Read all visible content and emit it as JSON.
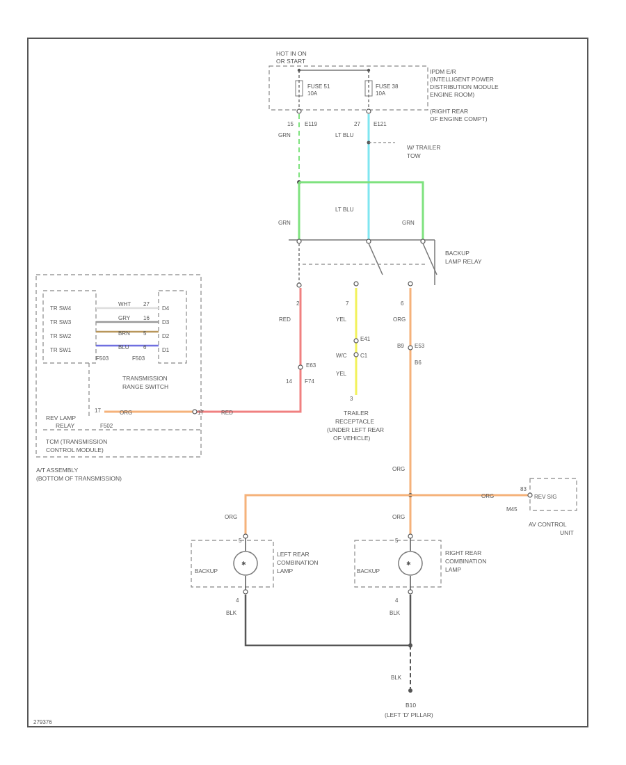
{
  "colors": {
    "border": "#555555",
    "grn": "#7ee27e",
    "lt_blu": "#7fe6f0",
    "red": "#f08080",
    "yel": "#f2f25a",
    "org": "#f5b27a",
    "blk": "#555555",
    "tr_wht": "#dddddd",
    "tr_gry": "#999999",
    "tr_brn": "#b8965a",
    "tr_blu": "#6f6fe0"
  },
  "power": {
    "hot_label": "HOT IN ON",
    "hot_label2": "OR START",
    "fuse1_name": "FUSE 51",
    "fuse1_amp": "10A",
    "fuse2_name": "FUSE 38",
    "fuse2_amp": "10A",
    "ipdm_lines": [
      "IPDM E/R",
      "(INTELLIGENT POWER",
      "DISTRIBUTION MODULE",
      "ENGINE ROOM)",
      "(RIGHT REAR",
      "OF ENGINE COMPT)"
    ],
    "pin_left": "15",
    "conn_left": "E119",
    "pin_right": "27",
    "conn_right": "E121",
    "wire_left": "GRN",
    "wire_right": "LT BLU",
    "trailer_tow_1": "W/ TRAILER",
    "trailer_tow_2": "TOW"
  },
  "relay": {
    "label_1": "BACKUP",
    "label_2": "LAMP RELAY",
    "wire_top_left": "GRN",
    "wire_top_mid": "LT BLU",
    "wire_top_right": "GRN",
    "pin_left": "2",
    "wire_left": "RED",
    "pin_mid": "7",
    "wire_mid": "YEL",
    "pin_right": "6",
    "wire_right": "ORG"
  },
  "harness": {
    "red_conn": "E63",
    "red_pin": "14",
    "red_conn2": "F74",
    "yel_conn": "E41",
    "yel_note": "W/C",
    "yel_conn2": "C1",
    "yel_wire2": "YEL",
    "yel_pin": "3",
    "org_conn": "B9",
    "org_conn2": "E53",
    "org_pin": "B6"
  },
  "trailer": {
    "lines": [
      "TRAILER",
      "RECEPTACLE",
      "(UNDER LEFT REAR",
      "OF VEHICLE)"
    ]
  },
  "tcm": {
    "rows": [
      {
        "name": "TR SW4",
        "wire": "WHT",
        "pin": "27",
        "conn": "D4"
      },
      {
        "name": "TR SW3",
        "wire": "GRY",
        "pin": "16",
        "conn": "D3"
      },
      {
        "name": "TR SW2",
        "wire": "BRN",
        "pin": "5",
        "conn": "D2"
      },
      {
        "name": "TR SW1",
        "wire": "BLU",
        "pin": "6",
        "conn": "D1"
      }
    ],
    "conn_left": "F503",
    "conn_right": "F503",
    "range_1": "TRANSMISSION",
    "range_2": "RANGE SWITCH",
    "rev_lamp_1": "REV LAMP",
    "rev_lamp_2": "RELAY",
    "rev_pin": "17",
    "rev_wire": "ORG",
    "rev_conn": "F502",
    "out_pin": "17",
    "out_wire": "RED",
    "tcm_1": "TCM (TRANSMISSION",
    "tcm_2": "CONTROL MODULE)",
    "assy_1": "A/T ASSEMBLY",
    "assy_2": "(BOTTOM OF TRANSMISSION)"
  },
  "lamps": {
    "org_main": "ORG",
    "left_wire": "ORG",
    "right_wire": "ORG",
    "av_wire": "ORG",
    "av_pin": "83",
    "av_conn": "M45",
    "av_box": "REV SIG",
    "av_1": "AV CONTROL",
    "av_2": "UNIT",
    "left_pin_top": "5",
    "left_backup": "BACKUP",
    "left_1": "LEFT REAR",
    "left_2": "COMBINATION",
    "left_3": "LAMP",
    "left_pin_bot": "4",
    "left_blk": "BLK",
    "right_pin_top": "5",
    "right_backup": "BACKUP",
    "right_1": "RIGHT REAR",
    "right_2": "COMBINATION",
    "right_3": "LAMP",
    "right_pin_bot": "4",
    "right_blk": "BLK"
  },
  "ground": {
    "wire": "BLK",
    "label_1": "B10",
    "label_2": "(LEFT 'D' PILLAR)"
  },
  "footer": {
    "code": "279376"
  }
}
